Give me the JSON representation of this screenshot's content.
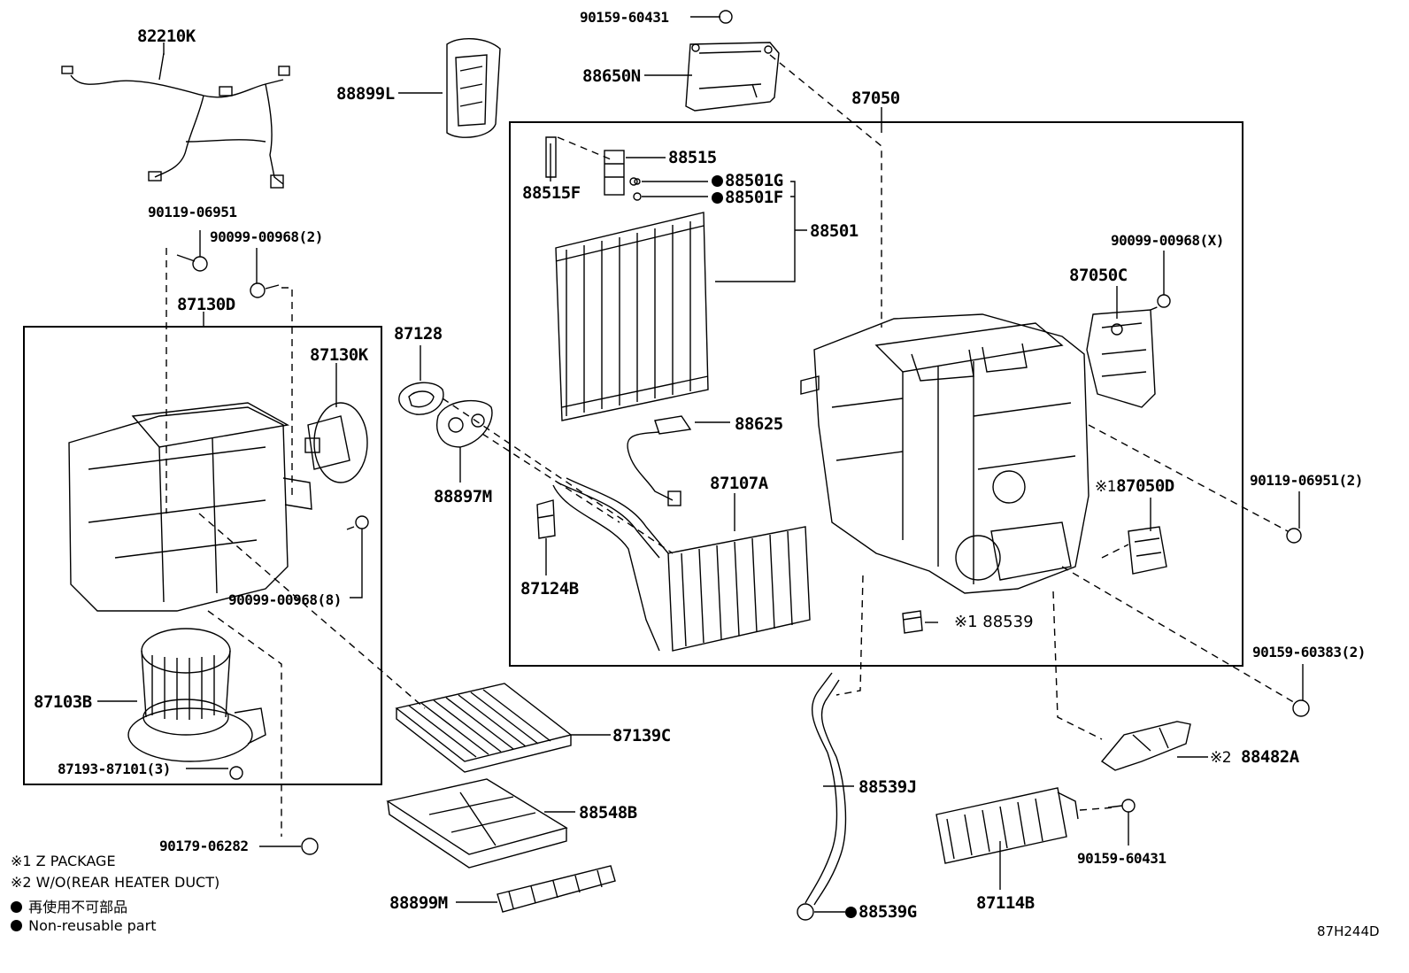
{
  "diagram_code": "87H244D",
  "labels": {
    "p82210K": "82210K",
    "p90159_60431_top": "90159-60431",
    "p88650N": "88650N",
    "p88899L": "88899L",
    "p87050": "87050",
    "p88515": "88515",
    "p88515F": "88515F",
    "p88501G": "88501G",
    "p88501F": "88501F",
    "p88501": "88501",
    "p90119_06951": "90119-06951",
    "p90099_00968_2": "90099-00968(2)",
    "p87130D": "87130D",
    "p87130K": "87130K",
    "p87128": "87128",
    "p88897M": "88897M",
    "p88625": "88625",
    "p87107A": "87107A",
    "p87124B": "87124B",
    "p90099_00968_8": "90099-00968(8)",
    "p87103B": "87103B",
    "p87193_87101_3": "87193-87101(3)",
    "p87139C": "87139C",
    "p88548B": "88548B",
    "p88899M": "88899M",
    "p90179_06282": "90179-06282",
    "p90099_00968_X": "90099-00968(X)",
    "p87050C": "87050C",
    "p87050D_prefix": "※1",
    "p87050D": "87050D",
    "p90119_06951_2": "90119-06951(2)",
    "p88539_prefix": "※1",
    "p88539": "88539",
    "p90159_60383_2": "90159-60383(2)",
    "p88482A_prefix": "※2",
    "p88482A": "88482A",
    "p88539J": "88539J",
    "p88539G": "88539G",
    "p87114B": "87114B",
    "p90159_60431_bottom": "90159-60431"
  },
  "legend": {
    "note1": "※1 Z PACKAGE",
    "note2": "※2 W/O(REAR HEATER DUCT)",
    "note3": "再使用不可部品",
    "note4": "Non-reusable part"
  }
}
